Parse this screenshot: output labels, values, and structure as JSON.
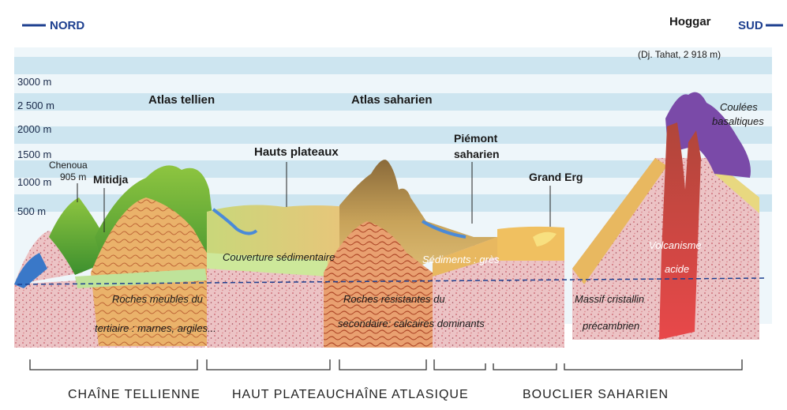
{
  "directions": {
    "north": "NORD",
    "south": "SUD"
  },
  "altitude_axis": [
    "3000 m",
    "2 500 m",
    "2000 m",
    "1500 m",
    "1000 m",
    "500 m"
  ],
  "peaks": {
    "chenoua": {
      "name": "Chenoua",
      "height": "905 m"
    },
    "hoggar": {
      "name": "Hoggar",
      "detail": "(Dj. Tahat, 2 918 m)"
    }
  },
  "labels": {
    "atlas_tellien": "Atlas tellien",
    "mitidja": "Mitidja",
    "hauts_plateaux": "Hauts plateaux",
    "atlas_saharien": "Atlas saharien",
    "piemont": [
      "Piémont",
      "saharien"
    ],
    "grand_erg": "Grand Erg",
    "coulees": [
      "Coulées",
      "basaltiques"
    ]
  },
  "annotations": {
    "roches_meubles": [
      "Roches meubles du",
      "tertiaire : marnes, argiles..."
    ],
    "couverture": "Couverture sédimentaire",
    "roches_resistantes": [
      "Roches résistantes du",
      "secondaire: calcaires dominants"
    ],
    "sediments": "Sédiments : grès",
    "volcanisme": [
      "Volcanisme",
      "acide"
    ],
    "massif": [
      "Massif cristallin",
      "précambrien"
    ]
  },
  "regions": [
    "CHAÎNE TELLIENNE",
    "HAUT PLATEAU",
    "CHAÎNE ATLASIQUE",
    "BOUCLIER SAHARIEN"
  ],
  "colors": {
    "band": "#cfe6f1",
    "sky": "#eaf4f9",
    "granite": "#e8b8bc",
    "green": "#4aa83c",
    "sand": "#e8b860",
    "red": "#d8342a",
    "purple": "#7a4aa8",
    "water": "#3a78c8"
  }
}
